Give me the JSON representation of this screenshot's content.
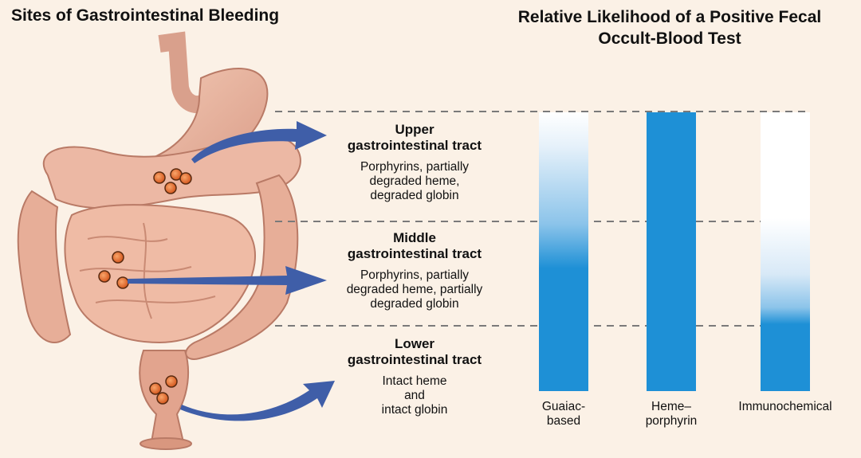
{
  "left_title": "Sites of Gastrointestinal Bleeding",
  "right_title": [
    "Relative Likelihood of a Positive Fecal",
    "Occult-Blood Test"
  ],
  "regions": [
    {
      "heading": [
        "Upper",
        "gastrointestinal tract"
      ],
      "description": [
        "Porphyrins, partially",
        "degraded heme,",
        "degraded globin"
      ]
    },
    {
      "heading": [
        "Middle",
        "gastrointestinal tract"
      ],
      "description": [
        "Porphyrins, partially",
        "degraded heme, partially",
        "degraded globin"
      ]
    },
    {
      "heading": [
        "Lower",
        "gastrointestinal tract"
      ],
      "description": [
        "Intact heme",
        "and",
        "intact globin"
      ]
    }
  ],
  "tests": [
    {
      "label": [
        "Guaiac-",
        "based"
      ]
    },
    {
      "label": [
        "Heme–",
        "porphyrin"
      ]
    },
    {
      "label": [
        "Immunochemical"
      ]
    }
  ],
  "colors": {
    "bar_blue": "#1e90d6",
    "arrow_blue": "#3f5ea8",
    "background": "#fbf1e6",
    "divider": "#7a7a7a"
  }
}
